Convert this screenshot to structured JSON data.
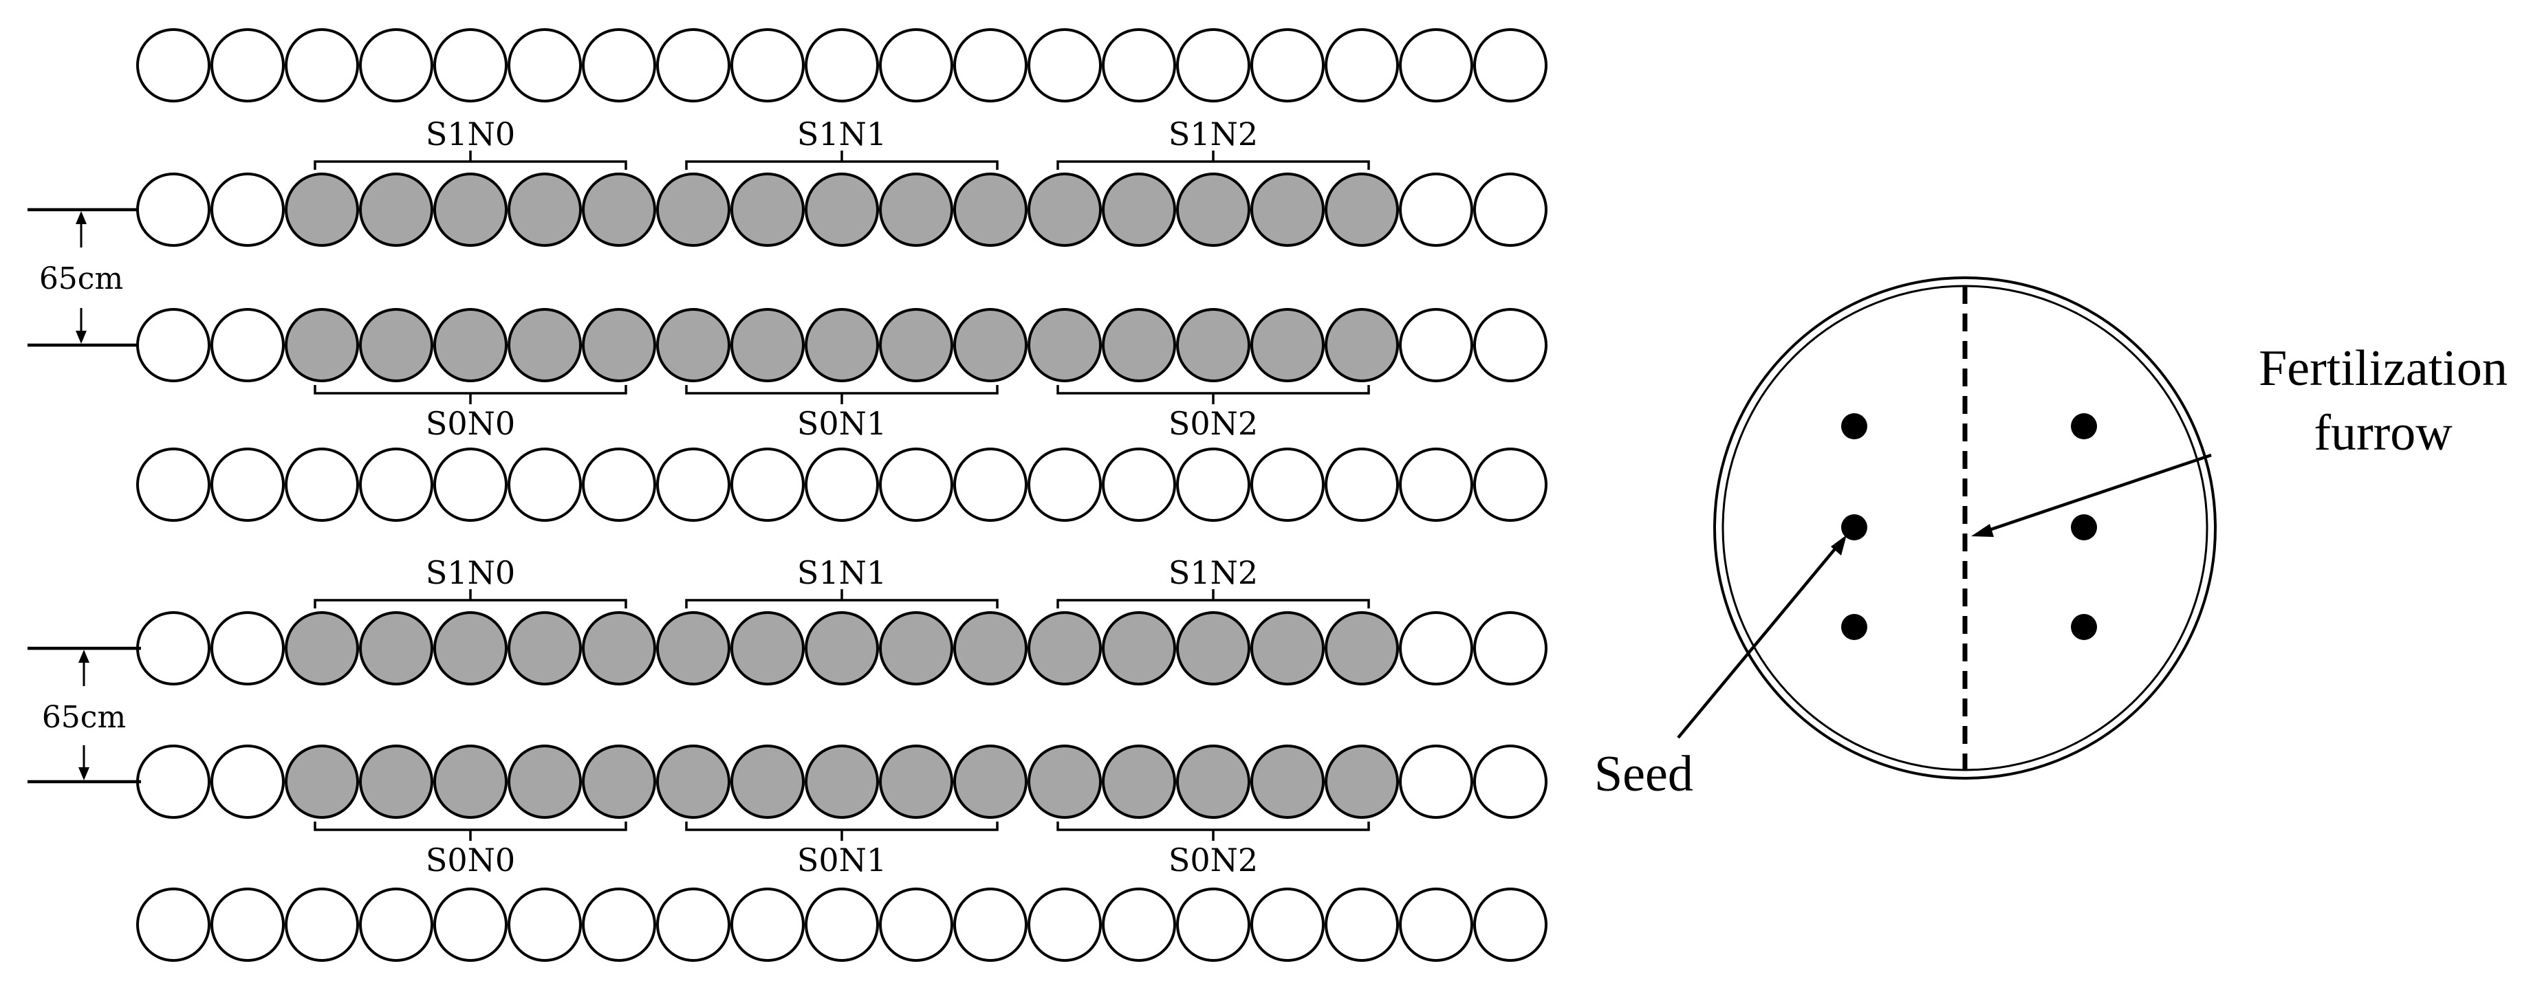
{
  "plot_layout": {
    "rows": [
      {
        "type": "plain"
      },
      {
        "type": "treated",
        "label_side": "top",
        "labels": [
          "S1N0",
          "S1N1",
          "S1N2"
        ]
      },
      {
        "type": "treated",
        "label_side": "bottom",
        "labels": [
          "S0N0",
          "S0N1",
          "S0N2"
        ]
      },
      {
        "type": "plain"
      },
      {
        "type": "treated",
        "label_side": "top",
        "labels": [
          "S1N0",
          "S1N1",
          "S1N2"
        ]
      },
      {
        "type": "treated",
        "label_side": "bottom",
        "labels": [
          "S0N0",
          "S0N1",
          "S0N2"
        ]
      },
      {
        "type": "plain"
      }
    ],
    "circles_per_row": 19,
    "treated_circles": 15,
    "border_circles_left": 2,
    "plot_size": 5,
    "row_spacing_label": "65cm"
  },
  "detail": {
    "seed_label": "Seed",
    "furrow_label_line1": "Fertilization",
    "furrow_label_line2": "furrow",
    "seeds_per_side": 3
  },
  "colors": {
    "treated_fill": "#a6a6a6",
    "plain_fill": "#ffffff",
    "outline": "#000000"
  }
}
